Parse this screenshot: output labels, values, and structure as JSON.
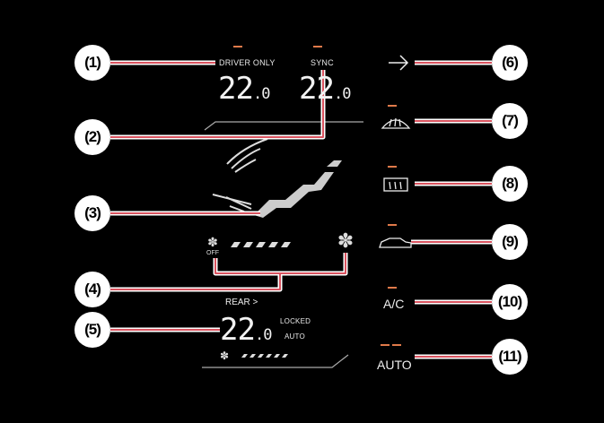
{
  "front": {
    "driver_only_label": "DRIVER ONLY",
    "sync_label": "SYNC",
    "driver_temp": "22",
    "driver_temp_decimal": ".0",
    "passenger_temp": "22",
    "passenger_temp_decimal": ".0",
    "fan_off_label": "OFF",
    "fan_level_segments": 5
  },
  "rear": {
    "rear_label": "REAR >",
    "temp": "22",
    "temp_decimal": ".0",
    "locked_label": "LOCKED",
    "auto_label": "AUTO",
    "fan_level_segments": 6
  },
  "buttons": {
    "ac_label": "A/C",
    "auto_label": "AUTO"
  },
  "callouts": [
    "(1)",
    "(2)",
    "(3)",
    "(4)",
    "(5)",
    "(6)",
    "(7)",
    "(8)",
    "(9)",
    "(10)",
    "(11)"
  ],
  "colors": {
    "indicator": "#e07a4a",
    "leader": "#d9535f"
  }
}
